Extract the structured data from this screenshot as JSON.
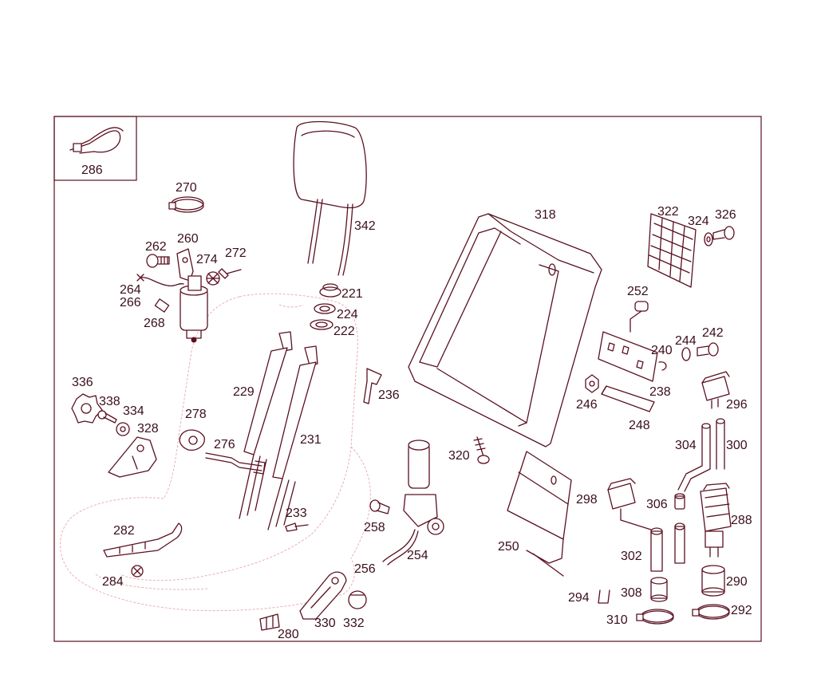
{
  "labels": {
    "p286": "286",
    "p270": "270",
    "p262": "262",
    "p260": "260",
    "p274": "274",
    "p272": "272",
    "p264": "264",
    "p266": "266",
    "p268": "268",
    "p342": "342",
    "p221": "221",
    "p224": "224",
    "p222": "222",
    "p229": "229",
    "p231": "231",
    "p236": "236",
    "p336": "336",
    "p338": "338",
    "p334": "334",
    "p328": "328",
    "p278": "278",
    "p276": "276",
    "p233": "233",
    "p282": "282",
    "p284": "284",
    "p318": "318",
    "p322": "322",
    "p324": "324",
    "p326": "326",
    "p252": "252",
    "p244": "244",
    "p242": "242",
    "p240": "240",
    "p238": "238",
    "p246": "246",
    "p248": "248",
    "p296": "296",
    "p304": "304",
    "p300": "300",
    "p320": "320",
    "p258": "258",
    "p254": "254",
    "p256": "256",
    "p298": "298",
    "p306": "306",
    "p288": "288",
    "p250": "250",
    "p302": "302",
    "p290": "290",
    "p294": "294",
    "p308": "308",
    "p292": "292",
    "p310": "310",
    "p330": "330",
    "p332": "332",
    "p280": "280"
  }
}
